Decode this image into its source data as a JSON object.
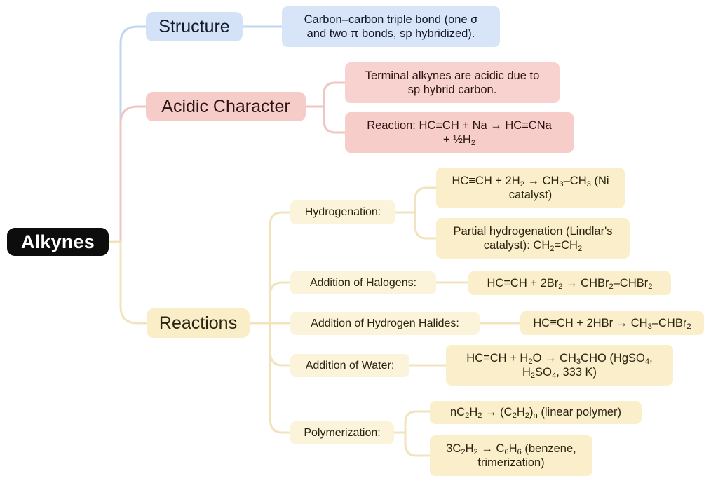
{
  "diagram": {
    "title": "Alkynes",
    "type": "mind-map",
    "root": {
      "label": "Alkynes",
      "color": "#0d0d0d",
      "text_color": "#ffffff"
    },
    "branches": [
      {
        "id": "structure",
        "label": "Structure",
        "color": "#d3e2f7",
        "edge_color": "#c2d6ef",
        "children": [
          {
            "label": "Carbon–carbon triple bond (one σ and two π bonds, sp hybridized)."
          }
        ]
      },
      {
        "id": "acidic-character",
        "label": "Acidic Character",
        "color": "#f6ccc8",
        "edge_color": "#eec6c2",
        "children": [
          {
            "label": "Terminal alkynes are acidic due to sp hybrid carbon."
          },
          {
            "label": "Reaction: HC≡CH + Na → HC≡CNa + ½H₂"
          }
        ]
      },
      {
        "id": "reactions",
        "label": "Reactions",
        "color": "#faeec8",
        "edge_color": "#f1e4bc",
        "children": [
          {
            "label": "Hydrogenation:",
            "children": [
              {
                "label": "HC≡CH + 2H₂ → CH₃–CH₃ (Ni catalyst)"
              },
              {
                "label": "Partial hydrogenation (Lindlar's catalyst): CH₂=CH₂"
              }
            ]
          },
          {
            "label": "Addition of Halogens:",
            "children": [
              {
                "label": "HC≡CH + 2Br₂ → CHBr₂–CHBr₂"
              }
            ]
          },
          {
            "label": "Addition of Hydrogen Halides:",
            "children": [
              {
                "label": "HC≡CH + 2HBr → CH₃–CHBr₂"
              }
            ]
          },
          {
            "label": "Addition of Water:",
            "children": [
              {
                "label": "HC≡CH + H₂O → CH₃CHO (HgSO₄, H₂SO₄, 333 K)"
              }
            ]
          },
          {
            "label": "Polymerization:",
            "children": [
              {
                "label": "nC₂H₂ → (C₂H₂)ₙ (linear polymer)"
              },
              {
                "label": "3C₂H₂ → C₆H₆ (benzene, trimerization)"
              }
            ]
          }
        ]
      }
    ]
  },
  "nodes": {
    "root": "Alkynes",
    "structure": "Structure",
    "structure_detail": "Carbon–carbon triple bond (one σ\nand two π bonds, sp hybridized).",
    "acidic": "Acidic Character",
    "acidic_detail_1": "Terminal alkynes are acidic due to\nsp hybrid carbon.",
    "acidic_detail_2_line1": "Reaction: HC≡CH + Na → HC≡CNa",
    "acidic_detail_2_line2": "+ ½H",
    "acidic_detail_2_sub": "2",
    "reactions": "Reactions",
    "hydrogenation": "Hydrogenation:",
    "halogens": "Addition of Halogens:",
    "hydrogen_halides": "Addition of Hydrogen Halides:",
    "water": "Addition of Water:",
    "polymerization": "Polymerization:"
  }
}
